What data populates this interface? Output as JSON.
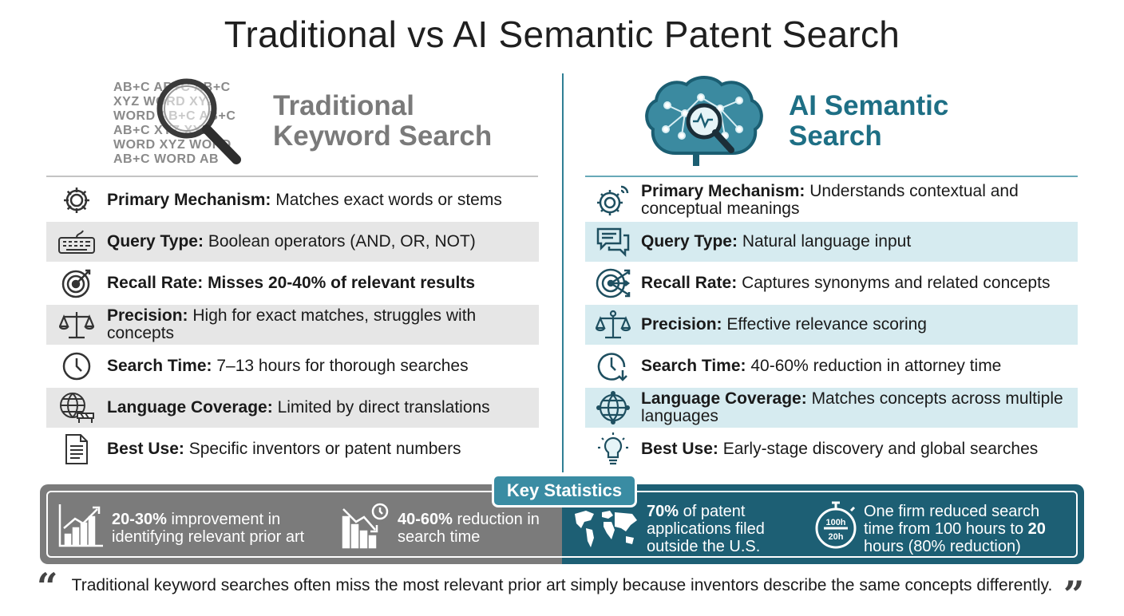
{
  "title": "Traditional vs AI Semantic Patent Search",
  "left": {
    "heading_line1": "Traditional",
    "heading_line2": "Keyword Search",
    "keyword_art": [
      "AB+C AB+C AB+C",
      "XYZ WORD XYZ",
      "WORD AB+C AB+C",
      "AB+C XYZ XYZ",
      "WORD XYZ WORD",
      "AB+C WORD AB"
    ],
    "rows": [
      {
        "label": "Primary Mechanism:",
        "value": "Matches exact words or stems",
        "icon": "gear-icon"
      },
      {
        "label": "Query Type:",
        "value": "Boolean operators (AND, OR, NOT)",
        "icon": "keyboard-icon"
      },
      {
        "label": "Recall Rate:",
        "value": "Misses 20-40% of relevant results",
        "icon": "target-icon"
      },
      {
        "label": "Precision:",
        "value": "High for exact matches, struggles with concepts",
        "icon": "scales-icon"
      },
      {
        "label": "Search Time:",
        "value": "7–13 hours for thorough searches",
        "icon": "clock-icon"
      },
      {
        "label": "Language Coverage:",
        "value": "Limited by direct translations",
        "icon": "globe-barrier-icon"
      },
      {
        "label": "Best Use:",
        "value": "Specific inventors or patent numbers",
        "icon": "document-icon"
      }
    ]
  },
  "right": {
    "heading_line1": "AI Semantic",
    "heading_line2": "Search",
    "rows": [
      {
        "label": "Primary Mechanism:",
        "value": "Understands contextual and conceptual meanings",
        "icon": "smart-gear-icon"
      },
      {
        "label": "Query Type:",
        "value": "Natural language input",
        "icon": "chat-bubbles-icon"
      },
      {
        "label": "Recall Rate:",
        "value": "Captures synonyms and related concepts",
        "icon": "multi-target-icon"
      },
      {
        "label": "Precision:",
        "value": "Effective relevance scoring",
        "icon": "balanced-scales-icon"
      },
      {
        "label": "Search Time:",
        "value": "40-60% reduction in attorney time",
        "icon": "clock-arrow-icon"
      },
      {
        "label": "Language Coverage:",
        "value": "Matches concepts across multiple languages",
        "icon": "globe-network-icon"
      },
      {
        "label": "Best Use:",
        "value": "Early-stage discovery and global searches",
        "icon": "lightbulb-icon"
      }
    ]
  },
  "stats": {
    "tag": "Key Statistics",
    "items": [
      {
        "bold": "20-30%",
        "rest": " improvement in identifying relevant prior art",
        "icon": "growth-chart-icon"
      },
      {
        "bold": "40-60%",
        "rest": " reduction in search time",
        "icon": "declining-chart-icon"
      },
      {
        "bold": "70%",
        "rest": " of patent applications filed outside the U.S.",
        "icon": "world-map-icon"
      },
      {
        "pre": "One firm reduced search time from 100 hours to ",
        "bold": "20",
        "post": " hours (80% reduction)",
        "icon": "stopwatch-icon",
        "icon_text": [
          "100h",
          "20h"
        ]
      }
    ]
  },
  "quote": "Traditional keyword searches often miss the most relevant prior art simply because inventors describe the same concepts differently.",
  "quote_open": "“",
  "quote_close": "”",
  "colors": {
    "left_accent": "#7a7a7a",
    "right_accent": "#1e6f85",
    "stats_left": "#7b7b7b",
    "stats_right": "#1d5f74",
    "tag": "#3a8ca3"
  }
}
